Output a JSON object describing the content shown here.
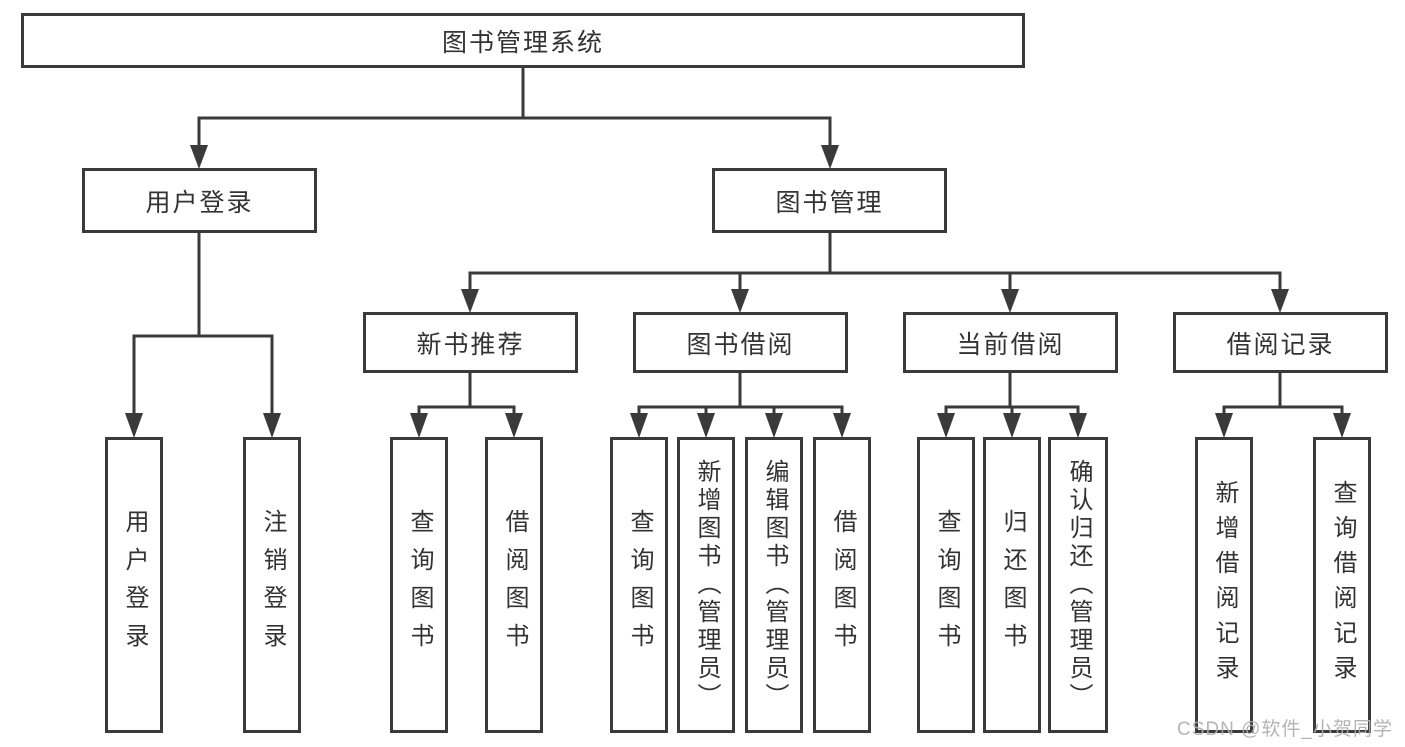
{
  "diagram": {
    "root": {
      "label": "图书管理系统"
    },
    "level1": [
      {
        "label": "用户登录"
      },
      {
        "label": "图书管理"
      }
    ],
    "level2": [
      {
        "label": "新书推荐"
      },
      {
        "label": "图书借阅"
      },
      {
        "label": "当前借阅"
      },
      {
        "label": "借阅记录"
      }
    ],
    "leaves": [
      {
        "label": "用户登录"
      },
      {
        "label": "注销登录"
      },
      {
        "label": "查询图书"
      },
      {
        "label": "借阅图书"
      },
      {
        "label": "查询图书"
      },
      {
        "label": "新增图书（管理员）"
      },
      {
        "label": "编辑图书（管理员）"
      },
      {
        "label": "借阅图书"
      },
      {
        "label": "查询图书"
      },
      {
        "label": "归还图书"
      },
      {
        "label": "确认归还（管理员）"
      },
      {
        "label": "新增借阅记录"
      },
      {
        "label": "查询借阅记录"
      }
    ],
    "watermark": "CSDN @软件_小贺同学",
    "colors": {
      "line": "#3a3a3a",
      "text": "#333333",
      "watermark": "#aeaeae",
      "background": "#ffffff"
    }
  }
}
